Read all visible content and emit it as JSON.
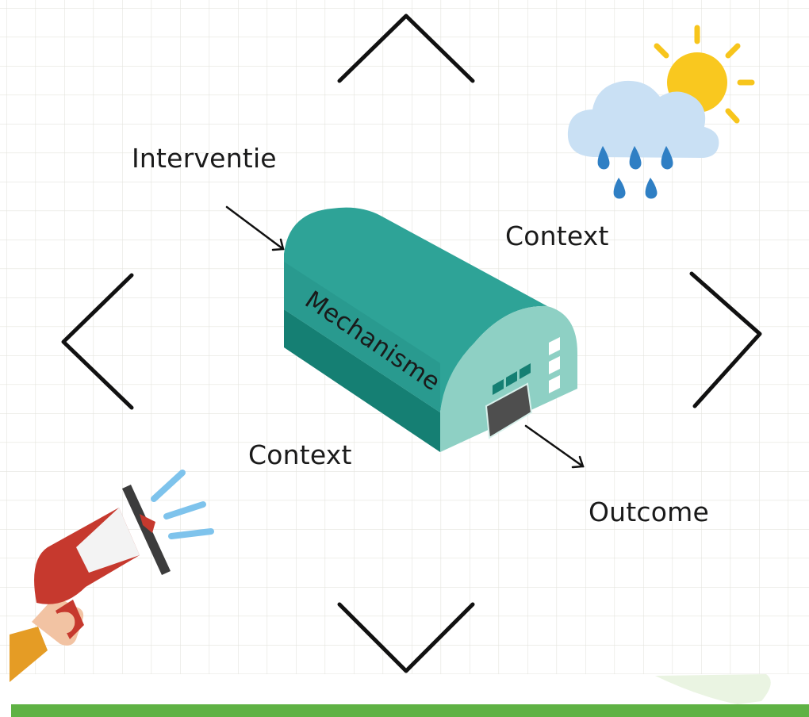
{
  "labels": {
    "interventie": "Interventie",
    "context_top": "Context",
    "context_bottom": "Context",
    "mechanisme": "Mechanisme",
    "outcome": "Outcome"
  },
  "colors": {
    "grid": "#e2e2dc",
    "building_roof": "#2ea397",
    "building_front": "#8fd0c4",
    "accent_green": "#5fb244",
    "cloud": "#c9e1f5",
    "sun": "#f7c51c",
    "raindrop": "#2f7fc4",
    "megaphone_red": "#c6392e",
    "sound_waves": "#7ec3ec"
  },
  "icons": [
    "sun-cloud-rain-icon",
    "warehouse-building-icon",
    "megaphone-icon",
    "chevron-up-icon",
    "chevron-down-icon",
    "chevron-left-icon",
    "chevron-right-icon",
    "arrow-icon"
  ]
}
